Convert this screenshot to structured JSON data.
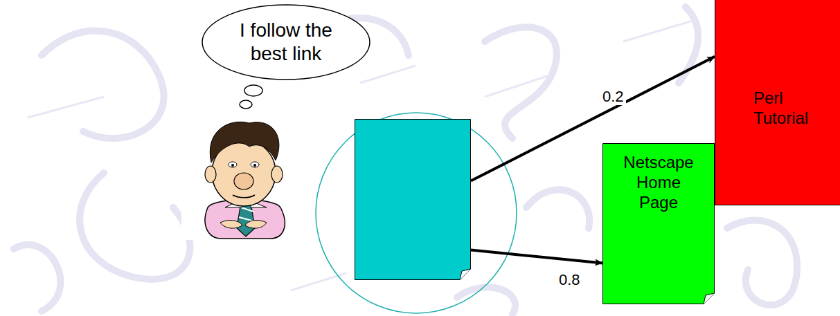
{
  "diagram": {
    "nodes": [
      {
        "text": [
          "I follow the best link"
        ]
      },
      {
        "text": []
      },
      {
        "text": [
          "Perl Tutorial"
        ]
      },
      {
        "text": [
          "Netscape Home Page"
        ]
      }
    ],
    "edges": [
      {
        "from": 1,
        "to": 2,
        "label": "0.2",
        "arrow": "to"
      },
      {
        "from": 1,
        "to": 3,
        "label": "0.8",
        "arrow": "to"
      }
    ]
  }
}
